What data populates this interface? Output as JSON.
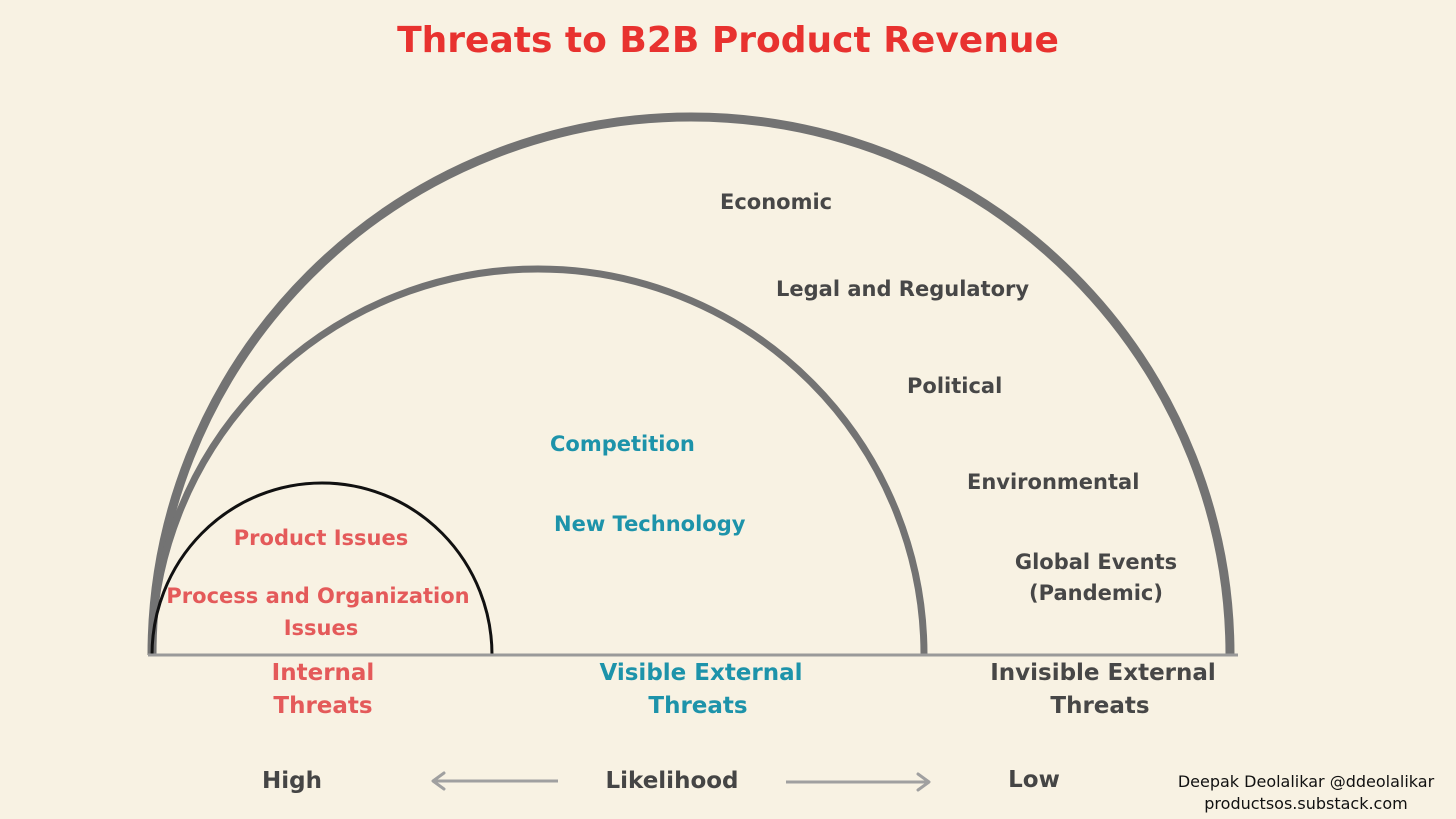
{
  "title": "Threats to B2B Product Revenue",
  "outer_items": [
    "Economic",
    "Legal and Regulatory",
    "Political",
    "Environmental",
    "Global Events",
    "(Pandemic)"
  ],
  "middle_items": [
    "Competition",
    "New Technology"
  ],
  "inner_items": [
    "Product Issues",
    "Process and Organization",
    "Issues"
  ],
  "categories": {
    "internal": [
      "Internal",
      "Threats"
    ],
    "visible": [
      "Visible External",
      "Threats"
    ],
    "invisible": [
      "Invisible External",
      "Threats"
    ]
  },
  "likelihood": {
    "high": "High",
    "label": "Likelihood",
    "low": "Low"
  },
  "credit": [
    "Deepak Deolalikar @ddeolalikar",
    "productsos.substack.com"
  ],
  "colors": {
    "title": "#e8322f",
    "internal": "#e45a5a",
    "visible_external": "#1d93aa",
    "invisible_external": "#474747",
    "background": "#f8f2e3"
  }
}
